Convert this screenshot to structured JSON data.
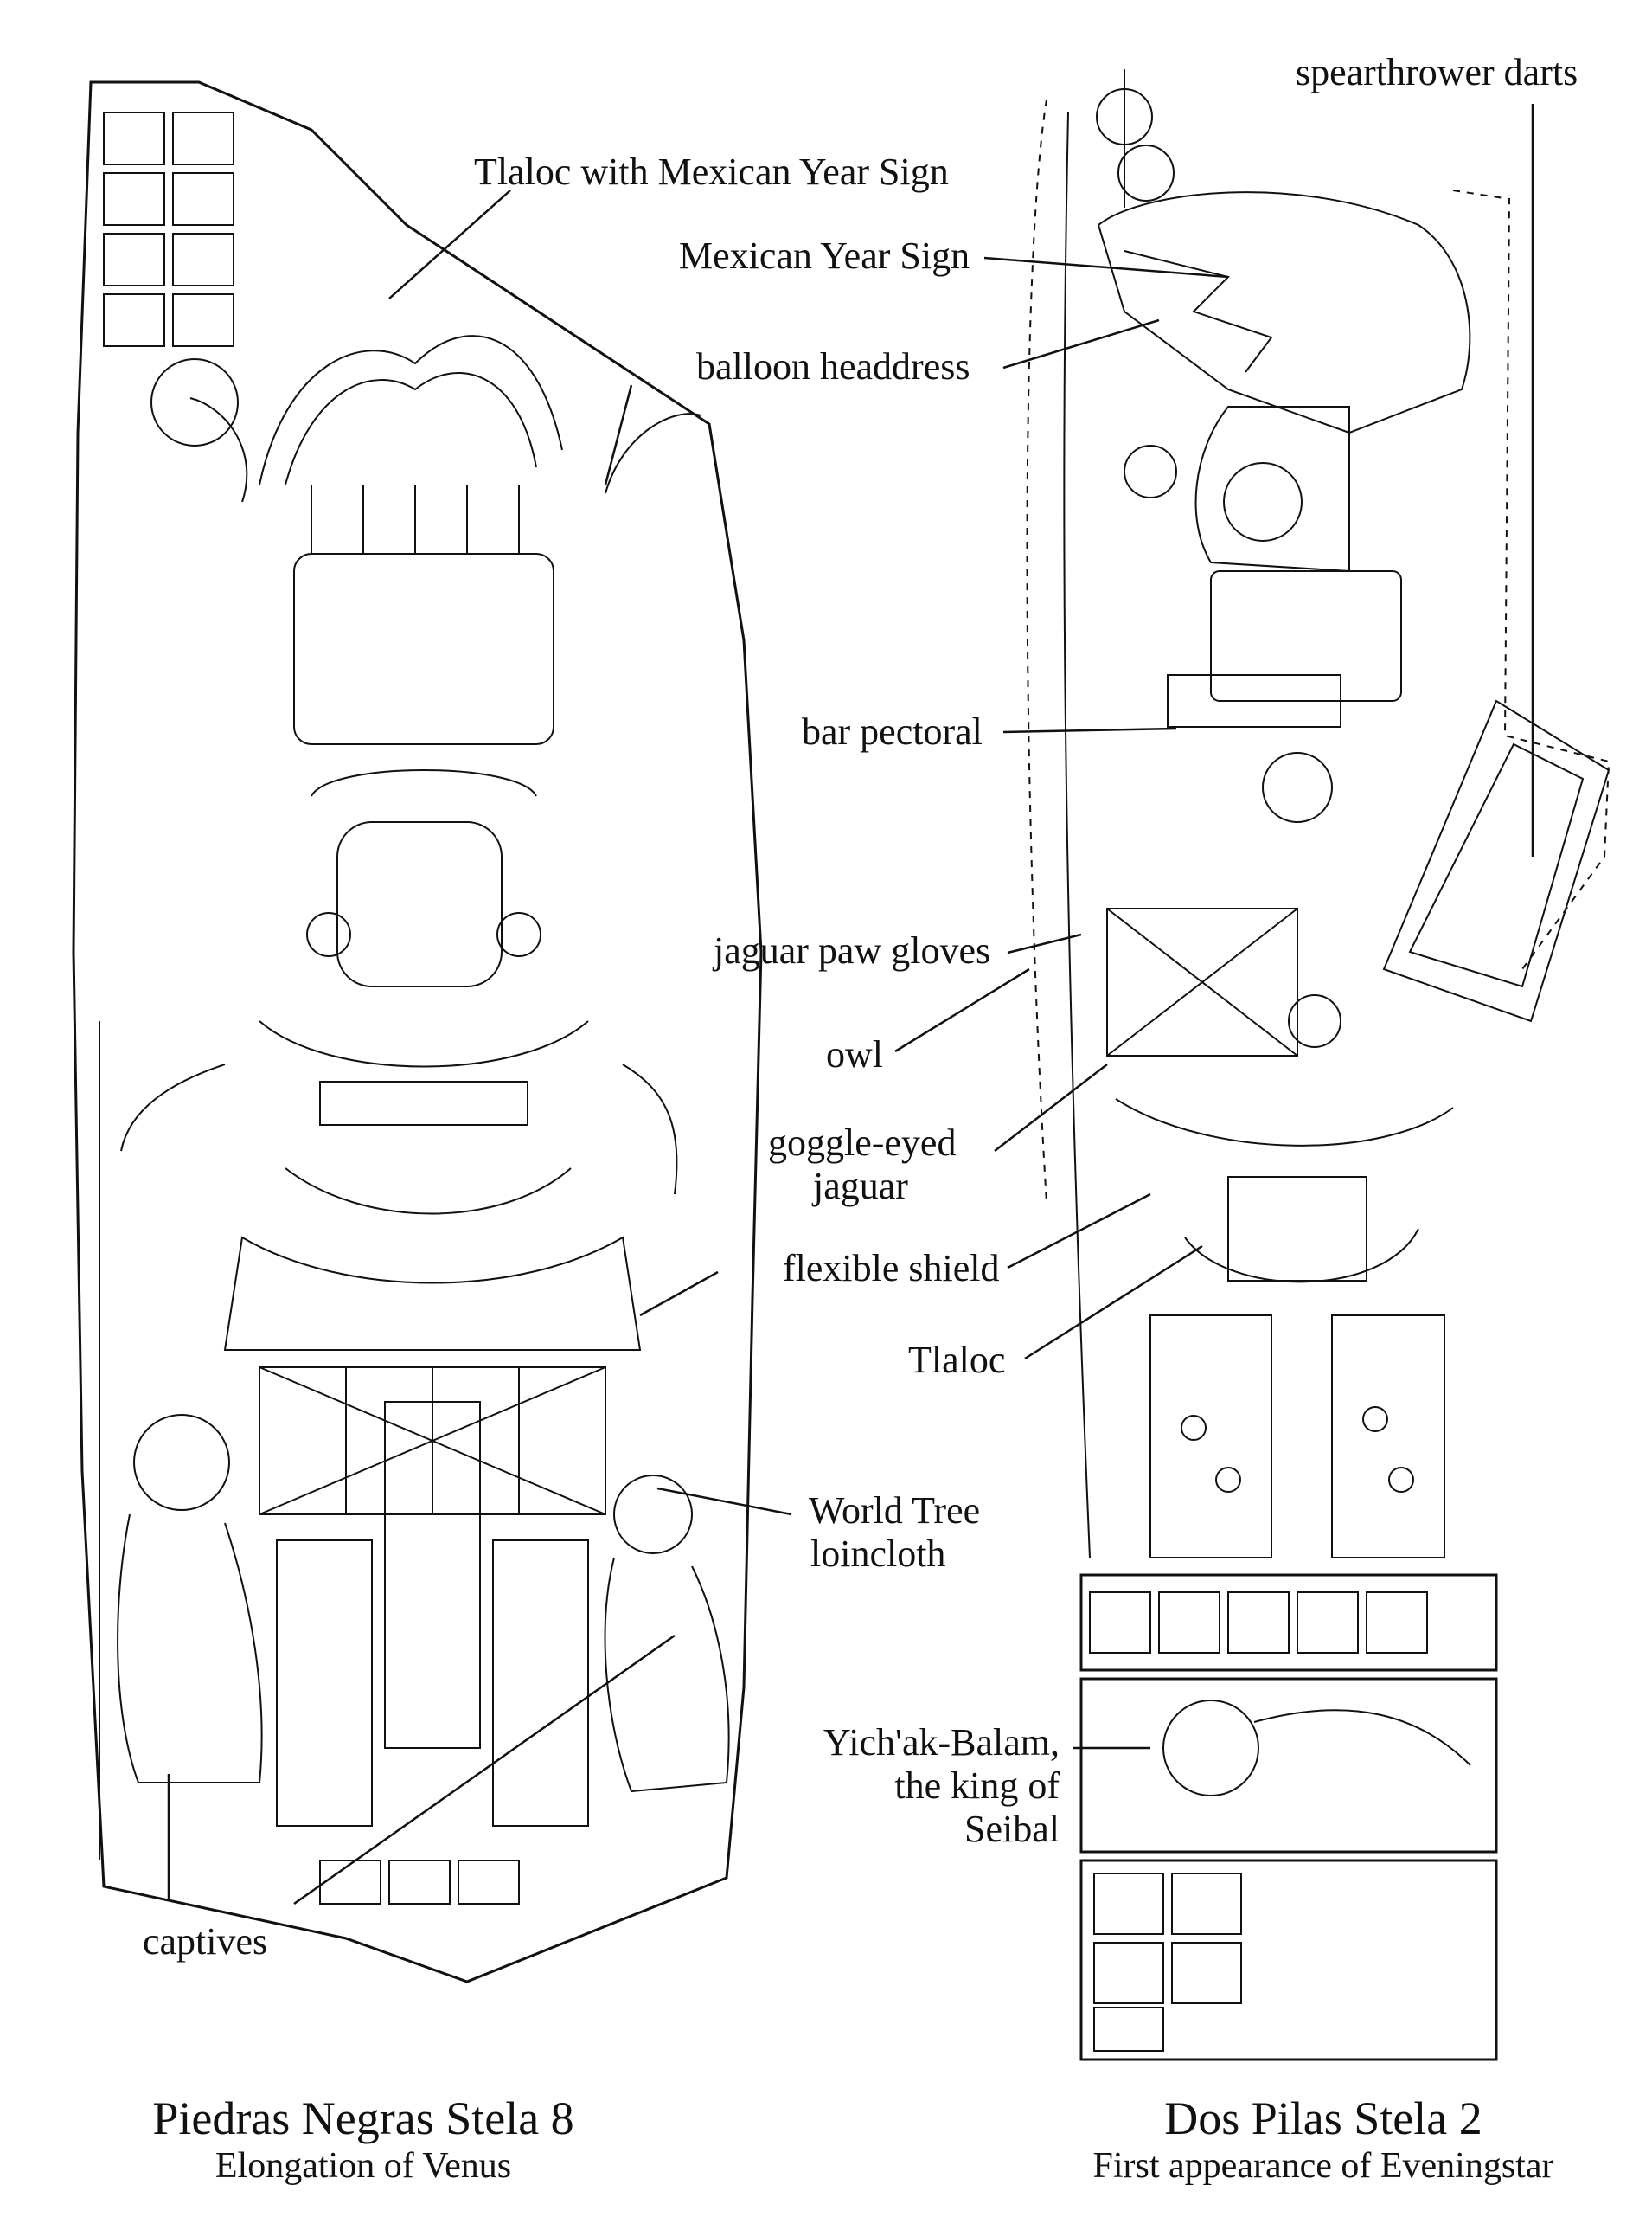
{
  "colors": {
    "ink": "#111111",
    "paper": "#ffffff"
  },
  "labels": {
    "spearthrower_darts": "spearthrower darts",
    "tlaloc_year_sign": "Tlaloc with Mexican Year Sign",
    "mexican_year_sign": "Mexican Year Sign",
    "balloon_headdress": "balloon headdress",
    "bar_pectoral": "bar pectoral",
    "jaguar_paw_gloves": "jaguar paw gloves",
    "owl": "owl",
    "goggle_eyed_1": "goggle-eyed",
    "goggle_eyed_2": "jaguar",
    "flexible_shield": "flexible shield",
    "tlaloc": "Tlaloc",
    "world_tree_1": "World Tree",
    "world_tree_2": "loincloth",
    "yichak_1": "Yich'ak-Balam,",
    "yichak_2": "the king of",
    "yichak_3": "Seibal",
    "captives": "captives"
  },
  "captions": {
    "left_title": "Piedras Negras Stela 8",
    "left_sub": "Elongation of Venus",
    "right_title": "Dos Pilas Stela 2",
    "right_sub": "First appearance of Eveningstar"
  },
  "icons": [
    "left-stela-drawing",
    "right-stela-drawing",
    "glyph-panel",
    "ruler-figure",
    "captive-figure"
  ]
}
